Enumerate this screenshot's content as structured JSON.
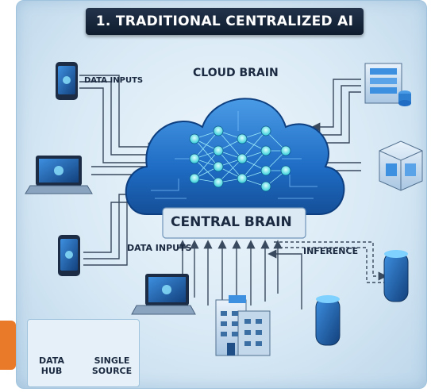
{
  "title": "1. TRADITIONAL CENTRALIZED AI",
  "labels": {
    "cloud_brain": "CLOUD BRAIN",
    "central_brain": "CENTRAL BRAIN",
    "data_inputs_top": "DATA INPUTS",
    "data_inputs_bottom": "DATA INPUTS",
    "inference": "INFERENCE"
  },
  "legend": {
    "data_hub": "DATA HUB",
    "single_source": "SINGLE SOURCE"
  },
  "colors": {
    "panel_bg": "#d8e9f5",
    "banner": "#1a2a40",
    "cloud": "#2f7fd0",
    "node": "#6ff0f4",
    "arrow": "#3a4a5e",
    "accent": "#e87a2a"
  },
  "icons": {
    "smartphone": "smartphone-icon",
    "laptop": "laptop-icon",
    "server": "server-icon",
    "box_device": "device-cube-icon",
    "smart_speaker": "smart-speaker-icon",
    "building": "building-icon",
    "hub": "data-hub-icon",
    "gear": "single-source-icon"
  }
}
